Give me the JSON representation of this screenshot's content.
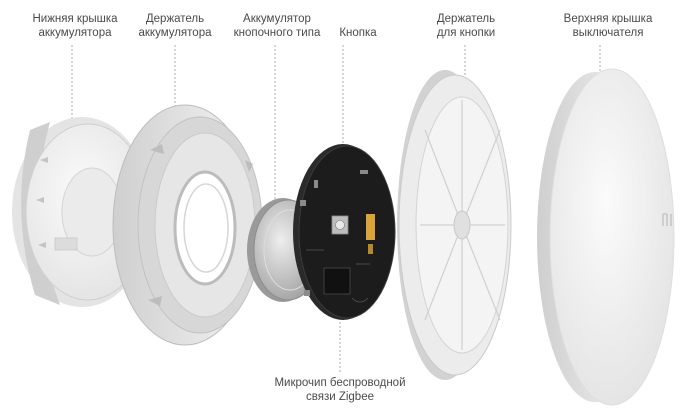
{
  "labels": {
    "bottom_cover": [
      "Нижняя крышка",
      "аккумулятора"
    ],
    "battery_holder": [
      "Держатель",
      "аккумулятора"
    ],
    "coin_battery": [
      "Аккумулятор",
      "кнопочного типа"
    ],
    "button": [
      "Кнопка"
    ],
    "button_holder": [
      "Держатель",
      "для кнопки"
    ],
    "top_cover": [
      "Верхняя крышка",
      "выключателя"
    ],
    "zigbee_chip": [
      "Микрочип беспроводной",
      "связи Zigbee"
    ]
  },
  "colors": {
    "part_light": "#f2f2f2",
    "part_mid": "#d9d9d9",
    "part_dark": "#a8a8a8",
    "pcb": "#1c1c1c",
    "battery": "#c9c9c9",
    "leader_line": "#9a9a9a",
    "label_text": "#4a4a4a"
  },
  "icons": {
    "top_cover_logo": "mi-logo-icon"
  }
}
